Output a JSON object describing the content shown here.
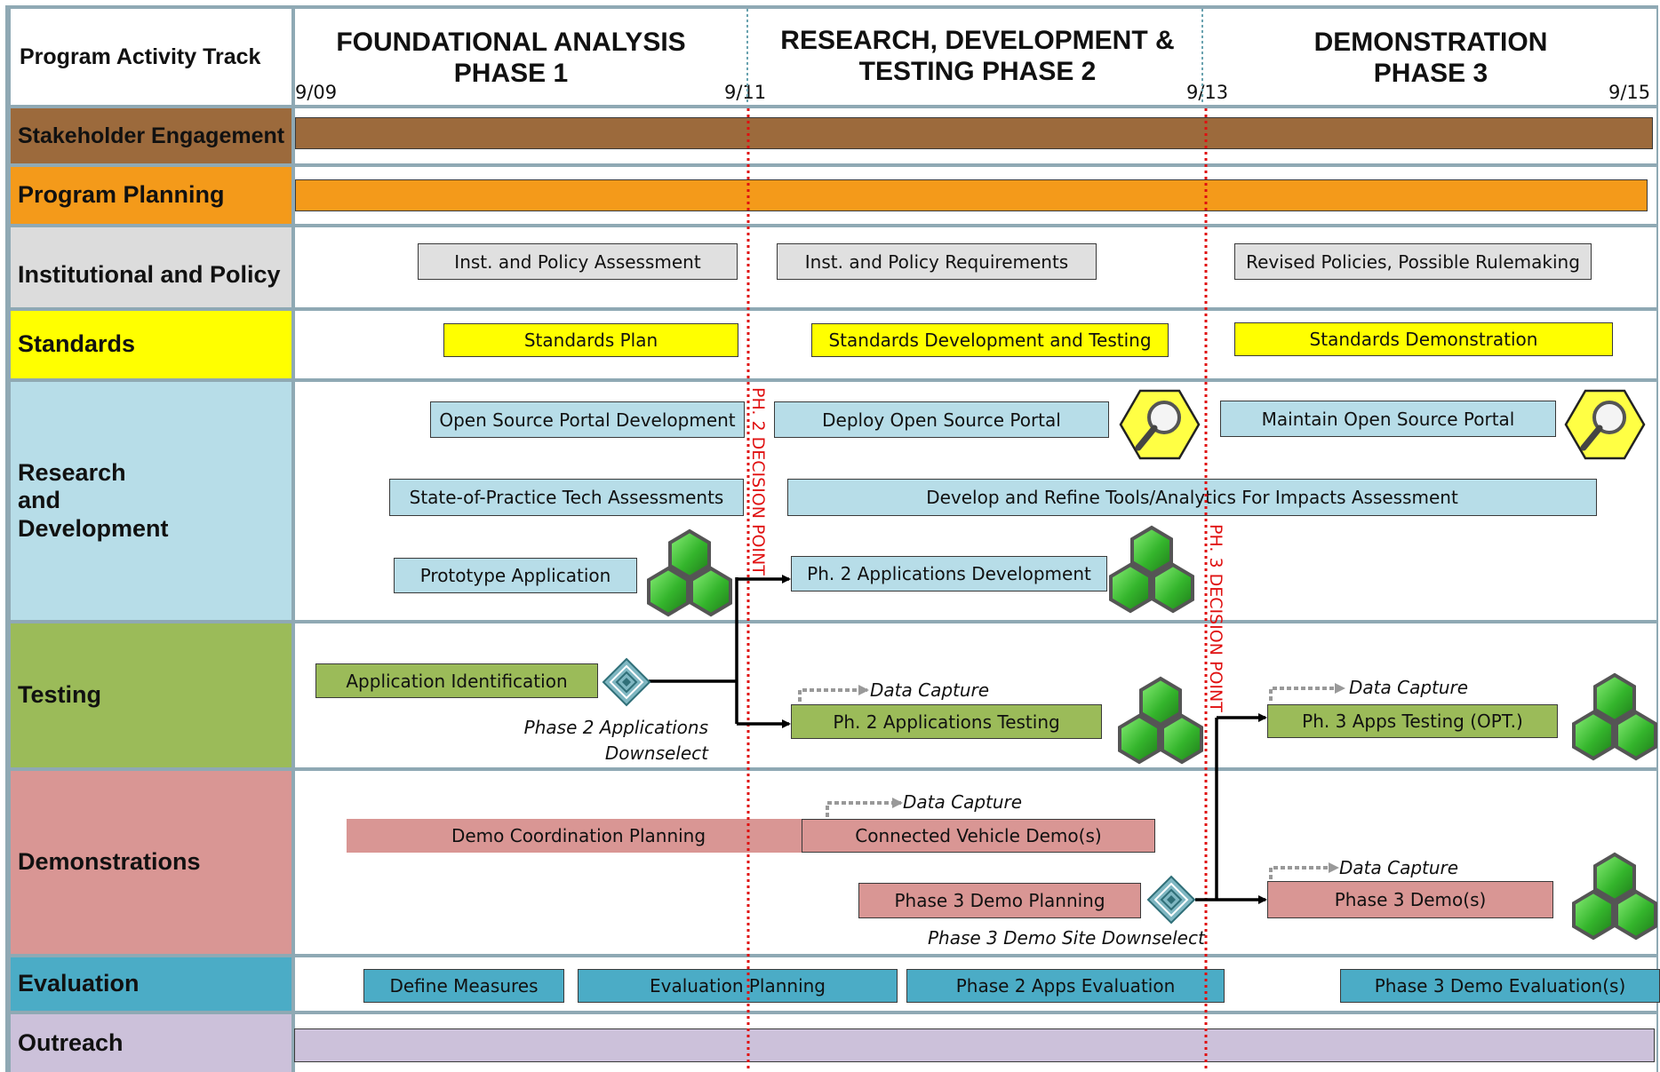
{
  "header": {
    "track_title": "Program Activity Track",
    "phases": [
      {
        "title": "FOUNDATIONAL ANALYSIS PHASE 1"
      },
      {
        "title": "RESEARCH, DEVELOPMENT & TESTING PHASE 2"
      },
      {
        "title": "DEMONSTRATION PHASE 3"
      }
    ],
    "ticks": [
      "9/09",
      "9/11",
      "9/13",
      "9/15"
    ]
  },
  "tracks": [
    {
      "label": "Stakeholder Engagement",
      "color": "#9c6a3c"
    },
    {
      "label": "Program Planning",
      "color": "#f49a1a"
    },
    {
      "label": "Institutional and Policy",
      "color": "#dcdcdc"
    },
    {
      "label": "Standards",
      "color": "#ffff00"
    },
    {
      "label": "Research and Development",
      "color": "#b7dde8"
    },
    {
      "label": "Testing",
      "color": "#9bbb59"
    },
    {
      "label": "Demonstrations",
      "color": "#d99694"
    },
    {
      "label": "Evaluation",
      "color": "#4bacc6"
    },
    {
      "label": "Outreach",
      "color": "#ccc1da"
    }
  ],
  "bars": {
    "stakeholder_engagement": "",
    "program_planning": "",
    "inst_policy_assessment": "Inst. and Policy Assessment",
    "inst_policy_requirements": "Inst. and Policy Requirements",
    "revised_policies": "Revised Policies, Possible Rulemaking",
    "standards_plan": "Standards Plan",
    "standards_dev_testing": "Standards Development and Testing",
    "standards_demo": "Standards Demonstration",
    "open_source_portal_dev": "Open Source Portal Development",
    "deploy_open_source_portal": "Deploy Open Source Portal",
    "maintain_open_source_portal": "Maintain Open Source Portal",
    "state_of_practice": "State-of-Practice Tech Assessments",
    "develop_refine_tools": "Develop and Refine Tools/Analytics For Impacts Assessment",
    "prototype_application": "Prototype Application",
    "ph2_apps_development": "Ph. 2 Applications Development",
    "application_identification": "Application Identification",
    "ph2_apps_testing": "Ph. 2 Applications Testing",
    "ph3_apps_testing": "Ph. 3 Apps Testing (OPT.)",
    "demo_coordination_planning": "Demo Coordination Planning",
    "connected_vehicle_demos": "Connected Vehicle Demo(s)",
    "phase3_demo_planning": "Phase 3 Demo Planning",
    "phase3_demos": "Phase 3 Demo(s)",
    "define_measures": "Define Measures",
    "evaluation_planning": "Evaluation Planning",
    "phase2_apps_evaluation": "Phase 2 Apps Evaluation",
    "phase3_demo_evaluations": "Phase 3 Demo Evaluation(s)",
    "outreach": ""
  },
  "annotations": {
    "data_capture": "Data Capture",
    "phase2_downselect_line1": "Phase 2 Applications",
    "phase2_downselect_line2": "Downselect",
    "phase3_site_downselect": "Phase 3 Demo Site Downselect"
  },
  "decision_points": {
    "ph2": "PH. 2 DECISION POINT",
    "ph3": "PH. 3 DECISION POINT"
  },
  "colors": {
    "frame": "#8fa9b4",
    "decision_line": "#e01010",
    "connector": "#000000",
    "data_capture_arrow": "#999999",
    "hex_green": "#3fbf3a",
    "hex_yellow": "#ffff44"
  },
  "icons": [
    "magnifier-icon",
    "green-cubes-icon",
    "decision-diamond-icon"
  ]
}
